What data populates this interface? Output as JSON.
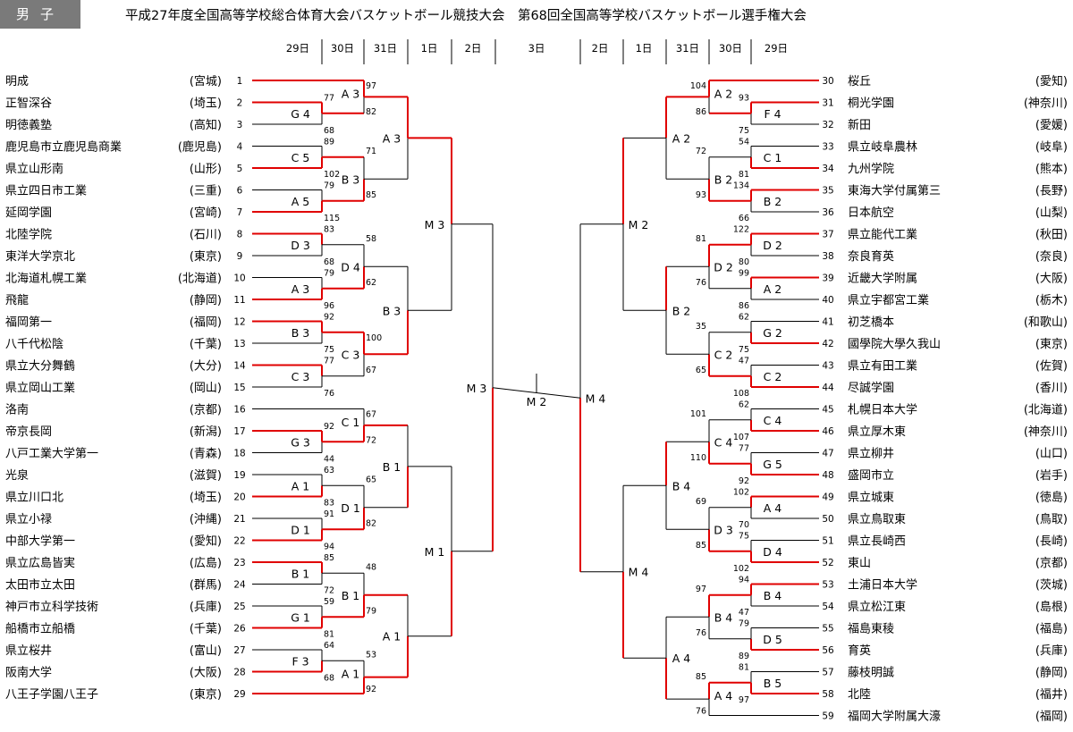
{
  "header": {
    "gender_label": "男子",
    "title": "平成27年度全国高等学校総合体育大会バスケットボール競技大会　第68回全国高等学校バスケットボール選手権大会"
  },
  "dates": {
    "left": [
      "29日",
      "30日",
      "31日",
      "1日",
      "2日"
    ],
    "center": "3日",
    "right": [
      "2日",
      "1日",
      "31日",
      "30日",
      "29日"
    ]
  },
  "colors": {
    "winner_line": "#e00000",
    "normal_line": "#000000"
  },
  "left_teams": [
    {
      "no": "1",
      "name": "明成",
      "pref": "宮城"
    },
    {
      "no": "2",
      "name": "正智深谷",
      "pref": "埼玉"
    },
    {
      "no": "3",
      "name": "明徳義塾",
      "pref": "高知"
    },
    {
      "no": "4",
      "name": "鹿児島市立鹿児島商業",
      "pref": "鹿児島"
    },
    {
      "no": "5",
      "name": "県立山形南",
      "pref": "山形"
    },
    {
      "no": "6",
      "name": "県立四日市工業",
      "pref": "三重"
    },
    {
      "no": "7",
      "name": "延岡学園",
      "pref": "宮崎"
    },
    {
      "no": "8",
      "name": "北陸学院",
      "pref": "石川"
    },
    {
      "no": "9",
      "name": "東洋大学京北",
      "pref": "東京"
    },
    {
      "no": "10",
      "name": "北海道札幌工業",
      "pref": "北海道"
    },
    {
      "no": "11",
      "name": "飛龍",
      "pref": "静岡"
    },
    {
      "no": "12",
      "name": "福岡第一",
      "pref": "福岡"
    },
    {
      "no": "13",
      "name": "八千代松陰",
      "pref": "千葉"
    },
    {
      "no": "14",
      "name": "県立大分舞鶴",
      "pref": "大分"
    },
    {
      "no": "15",
      "name": "県立岡山工業",
      "pref": "岡山"
    },
    {
      "no": "16",
      "name": "洛南",
      "pref": "京都"
    },
    {
      "no": "17",
      "name": "帝京長岡",
      "pref": "新潟"
    },
    {
      "no": "18",
      "name": "八戸工業大学第一",
      "pref": "青森"
    },
    {
      "no": "19",
      "name": "光泉",
      "pref": "滋賀"
    },
    {
      "no": "20",
      "name": "県立川口北",
      "pref": "埼玉"
    },
    {
      "no": "21",
      "name": "県立小禄",
      "pref": "沖縄"
    },
    {
      "no": "22",
      "name": "中部大学第一",
      "pref": "愛知"
    },
    {
      "no": "23",
      "name": "県立広島皆実",
      "pref": "広島"
    },
    {
      "no": "24",
      "name": "太田市立太田",
      "pref": "群馬"
    },
    {
      "no": "25",
      "name": "神戸市立科学技術",
      "pref": "兵庫"
    },
    {
      "no": "26",
      "name": "船橋市立船橋",
      "pref": "千葉"
    },
    {
      "no": "27",
      "name": "県立桜井",
      "pref": "富山"
    },
    {
      "no": "28",
      "name": "阪南大学",
      "pref": "大阪"
    },
    {
      "no": "29",
      "name": "八王子学園八王子",
      "pref": "東京"
    }
  ],
  "right_teams": [
    {
      "no": "30",
      "name": "桜丘",
      "pref": "愛知"
    },
    {
      "no": "31",
      "name": "桐光学園",
      "pref": "神奈川"
    },
    {
      "no": "32",
      "name": "新田",
      "pref": "愛媛"
    },
    {
      "no": "33",
      "name": "県立岐阜農林",
      "pref": "岐阜"
    },
    {
      "no": "34",
      "name": "九州学院",
      "pref": "熊本"
    },
    {
      "no": "35",
      "name": "東海大学付属第三",
      "pref": "長野"
    },
    {
      "no": "36",
      "name": "日本航空",
      "pref": "山梨"
    },
    {
      "no": "37",
      "name": "県立能代工業",
      "pref": "秋田"
    },
    {
      "no": "38",
      "name": "奈良育英",
      "pref": "奈良"
    },
    {
      "no": "39",
      "name": "近畿大学附属",
      "pref": "大阪"
    },
    {
      "no": "40",
      "name": "県立宇都宮工業",
      "pref": "栃木"
    },
    {
      "no": "41",
      "name": "初芝橋本",
      "pref": "和歌山"
    },
    {
      "no": "42",
      "name": "國學院大學久我山",
      "pref": "東京"
    },
    {
      "no": "43",
      "name": "県立有田工業",
      "pref": "佐賀"
    },
    {
      "no": "44",
      "name": "尽誠学園",
      "pref": "香川"
    },
    {
      "no": "45",
      "name": "札幌日本大学",
      "pref": "北海道"
    },
    {
      "no": "46",
      "name": "県立厚木東",
      "pref": "神奈川"
    },
    {
      "no": "47",
      "name": "県立柳井",
      "pref": "山口"
    },
    {
      "no": "48",
      "name": "盛岡市立",
      "pref": "岩手"
    },
    {
      "no": "49",
      "name": "県立城東",
      "pref": "徳島"
    },
    {
      "no": "50",
      "name": "県立鳥取東",
      "pref": "鳥取"
    },
    {
      "no": "51",
      "name": "県立長崎西",
      "pref": "長崎"
    },
    {
      "no": "52",
      "name": "東山",
      "pref": "京都"
    },
    {
      "no": "53",
      "name": "土浦日本大学",
      "pref": "茨城"
    },
    {
      "no": "54",
      "name": "県立松江東",
      "pref": "島根"
    },
    {
      "no": "55",
      "name": "福島東稜",
      "pref": "福島"
    },
    {
      "no": "56",
      "name": "育英",
      "pref": "兵庫"
    },
    {
      "no": "57",
      "name": "藤枝明誠",
      "pref": "静岡"
    },
    {
      "no": "58",
      "name": "北陸",
      "pref": "福井"
    },
    {
      "no": "59",
      "name": "福岡大学附属大濠",
      "pref": "福岡"
    }
  ],
  "left_games": {
    "G4": {
      "label": "G 4",
      "scores": [
        "77",
        "68"
      ]
    },
    "A3a": {
      "label": "A 3",
      "scores": [
        "97",
        "82"
      ]
    },
    "C5": {
      "label": "C 5",
      "scores": [
        "89",
        "102"
      ]
    },
    "A5": {
      "label": "A 5",
      "scores": [
        "79",
        "115"
      ]
    },
    "B3a": {
      "label": "B 3",
      "scores": [
        "71",
        "85"
      ]
    },
    "A3b_top": {
      "label": "A 3",
      "scores": []
    },
    "D3": {
      "label": "D 3",
      "scores": [
        "83",
        "68"
      ]
    },
    "A3c": {
      "label": "A 3",
      "scores": [
        "79",
        "96"
      ]
    },
    "D4": {
      "label": "D 4",
      "scores": [
        "58",
        "62"
      ]
    },
    "B3b": {
      "label": "B 3",
      "scores": [
        "92",
        "75"
      ]
    },
    "C3a": {
      "label": "C 3",
      "scores": [
        "77",
        "76"
      ]
    },
    "C3b": {
      "label": "C 3",
      "scores": [
        "100",
        "67"
      ]
    },
    "B3c_top": {
      "label": "B 3",
      "scores": []
    },
    "M3a": {
      "label": "M 3",
      "scores": []
    },
    "G3": {
      "label": "G 3",
      "scores": [
        "92",
        "44"
      ]
    },
    "C1": {
      "label": "C 1",
      "scores": [
        "67",
        "72"
      ]
    },
    "A1a": {
      "label": "A 1",
      "scores": [
        "63",
        "83"
      ]
    },
    "D1a": {
      "label": "D 1",
      "scores": [
        "91",
        "94"
      ]
    },
    "D1b": {
      "label": "D 1",
      "scores": [
        "65",
        "82"
      ]
    },
    "B1a_top": {
      "label": "B 1",
      "scores": []
    },
    "B1b": {
      "label": "B 1",
      "scores": [
        "85",
        "72"
      ]
    },
    "G1": {
      "label": "G 1",
      "scores": [
        "59",
        "81"
      ]
    },
    "B1c": {
      "label": "B 1",
      "scores": [
        "48",
        "79"
      ]
    },
    "F3": {
      "label": "F 3",
      "scores": [
        "64",
        "68"
      ]
    },
    "A1b": {
      "label": "A 1",
      "scores": [
        "53",
        "92"
      ]
    },
    "A1c_top": {
      "label": "A 1",
      "scores": []
    },
    "M1": {
      "label": "M 1",
      "scores": []
    },
    "M3b": {
      "label": "M 3",
      "scores": []
    }
  },
  "center": {
    "final_label": "M 2"
  },
  "right_games": {
    "A2a": {
      "label": "A 2",
      "scores": [
        "104",
        "86"
      ]
    },
    "F4": {
      "label": "F 4",
      "scores": [
        "93",
        "75"
      ]
    },
    "C1": {
      "label": "C 1",
      "scores": [
        "54",
        "81"
      ]
    },
    "B2a": {
      "label": "B 2",
      "scores": [
        "72",
        "93"
      ]
    },
    "B2b": {
      "label": "B 2",
      "scores": [
        "134",
        "66"
      ]
    },
    "A2b_top": {
      "label": "A 2",
      "scores": []
    },
    "D2a": {
      "label": "D 2",
      "scores": [
        "122",
        "80"
      ]
    },
    "D2b": {
      "label": "D 2",
      "scores": [
        "81",
        "76"
      ]
    },
    "A2c": {
      "label": "A 2",
      "scores": [
        "99",
        "86"
      ]
    },
    "G2": {
      "label": "G 2",
      "scores": [
        "62",
        "75"
      ]
    },
    "C2a": {
      "label": "C 2",
      "scores": [
        "35",
        "65"
      ]
    },
    "C2b": {
      "label": "C 2",
      "scores": [
        "47",
        "108"
      ]
    },
    "B2c_top": {
      "label": "B 2",
      "scores": []
    },
    "M2": {
      "label": "M 2",
      "scores": []
    },
    "C4a": {
      "label": "C 4",
      "scores": [
        "62",
        "107"
      ]
    },
    "C4b": {
      "label": "C 4",
      "scores": [
        "101",
        "110"
      ]
    },
    "G5": {
      "label": "G 5",
      "scores": [
        "77",
        "92"
      ]
    },
    "A4a": {
      "label": "A 4",
      "scores": [
        "102",
        "70"
      ]
    },
    "D3": {
      "label": "D 3",
      "scores": [
        "69",
        "85"
      ]
    },
    "D4": {
      "label": "D 4",
      "scores": [
        "75",
        "102"
      ]
    },
    "B4a_top": {
      "label": "B 4",
      "scores": []
    },
    "B4b": {
      "label": "B 4",
      "scores": [
        "94",
        "47"
      ]
    },
    "B4c": {
      "label": "B 4",
      "scores": [
        "97",
        "76"
      ]
    },
    "D5": {
      "label": "D 5",
      "scores": [
        "79",
        "89"
      ]
    },
    "B5": {
      "label": "B 5",
      "scores": [
        "81",
        "97"
      ]
    },
    "A4b": {
      "label": "A 4",
      "scores": [
        "85",
        "76"
      ]
    },
    "A4c_top": {
      "label": "A 4",
      "scores": []
    },
    "M4a": {
      "label": "M 4",
      "scores": []
    },
    "M4b": {
      "label": "M 4",
      "scores": []
    }
  }
}
